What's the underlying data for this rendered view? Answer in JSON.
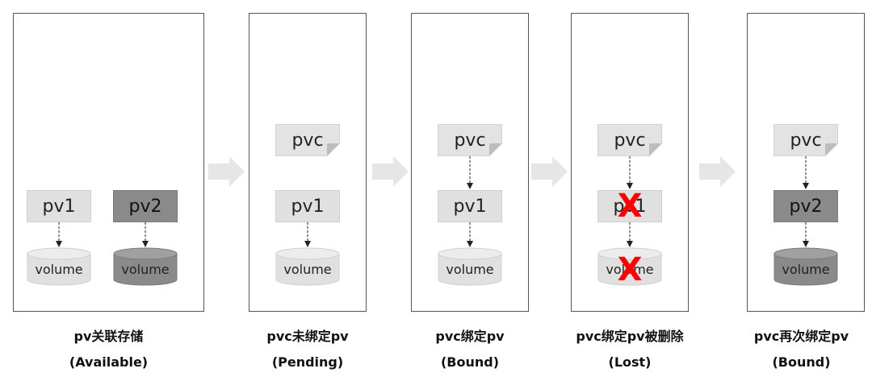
{
  "stages": [
    {
      "caption_line1": "pv关联存储",
      "caption_line2": "(Available)"
    },
    {
      "caption_line1": "pvc未绑定pv",
      "caption_line2": "(Pending)"
    },
    {
      "caption_line1": "pvc绑定pv",
      "caption_line2": "(Bound)"
    },
    {
      "caption_line1": "pvc绑定pv被删除",
      "caption_line2": "(Lost)"
    },
    {
      "caption_line1": "pvc再次绑定pv",
      "caption_line2": "(Bound)"
    }
  ],
  "labels": {
    "pvc": "pvc",
    "pv1": "pv1",
    "pv2": "pv2",
    "volume": "volume",
    "deleted_mark": "X"
  },
  "colors": {
    "light_fill": "#e0e0e0",
    "dark_fill": "#8a8a8a",
    "arrow_fill": "#e6e6e6",
    "delete_red": "#ff0000"
  }
}
